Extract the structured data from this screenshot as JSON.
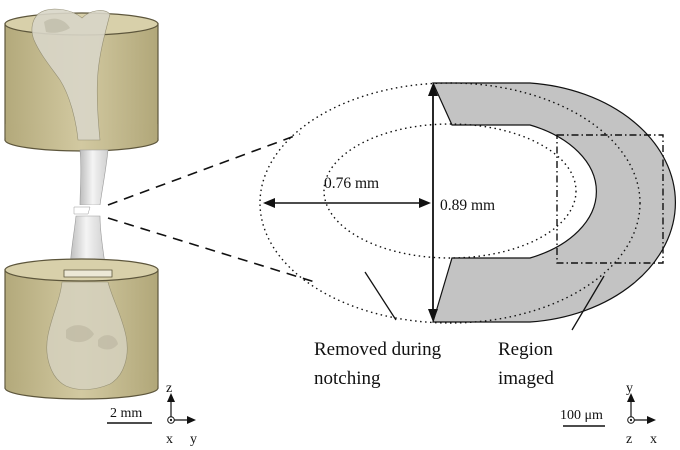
{
  "figure": {
    "dimension_inner": "0.76 mm",
    "dimension_outer": "0.89 mm",
    "removed_label": [
      "Removed during",
      "notching"
    ],
    "imaged_label": [
      "Region",
      "imaged"
    ],
    "scale_left": "2 mm",
    "scale_right": "100 μm",
    "axes_left": {
      "up": "z",
      "out": "x",
      "right": "y"
    },
    "axes_right": {
      "up": "y",
      "out": "z",
      "right": "x"
    }
  },
  "colors": {
    "potting": "#c9c095",
    "potting_edge": "#5d563c",
    "bone": "#eeeeee",
    "cortical_shell": "#c3c3c3"
  }
}
